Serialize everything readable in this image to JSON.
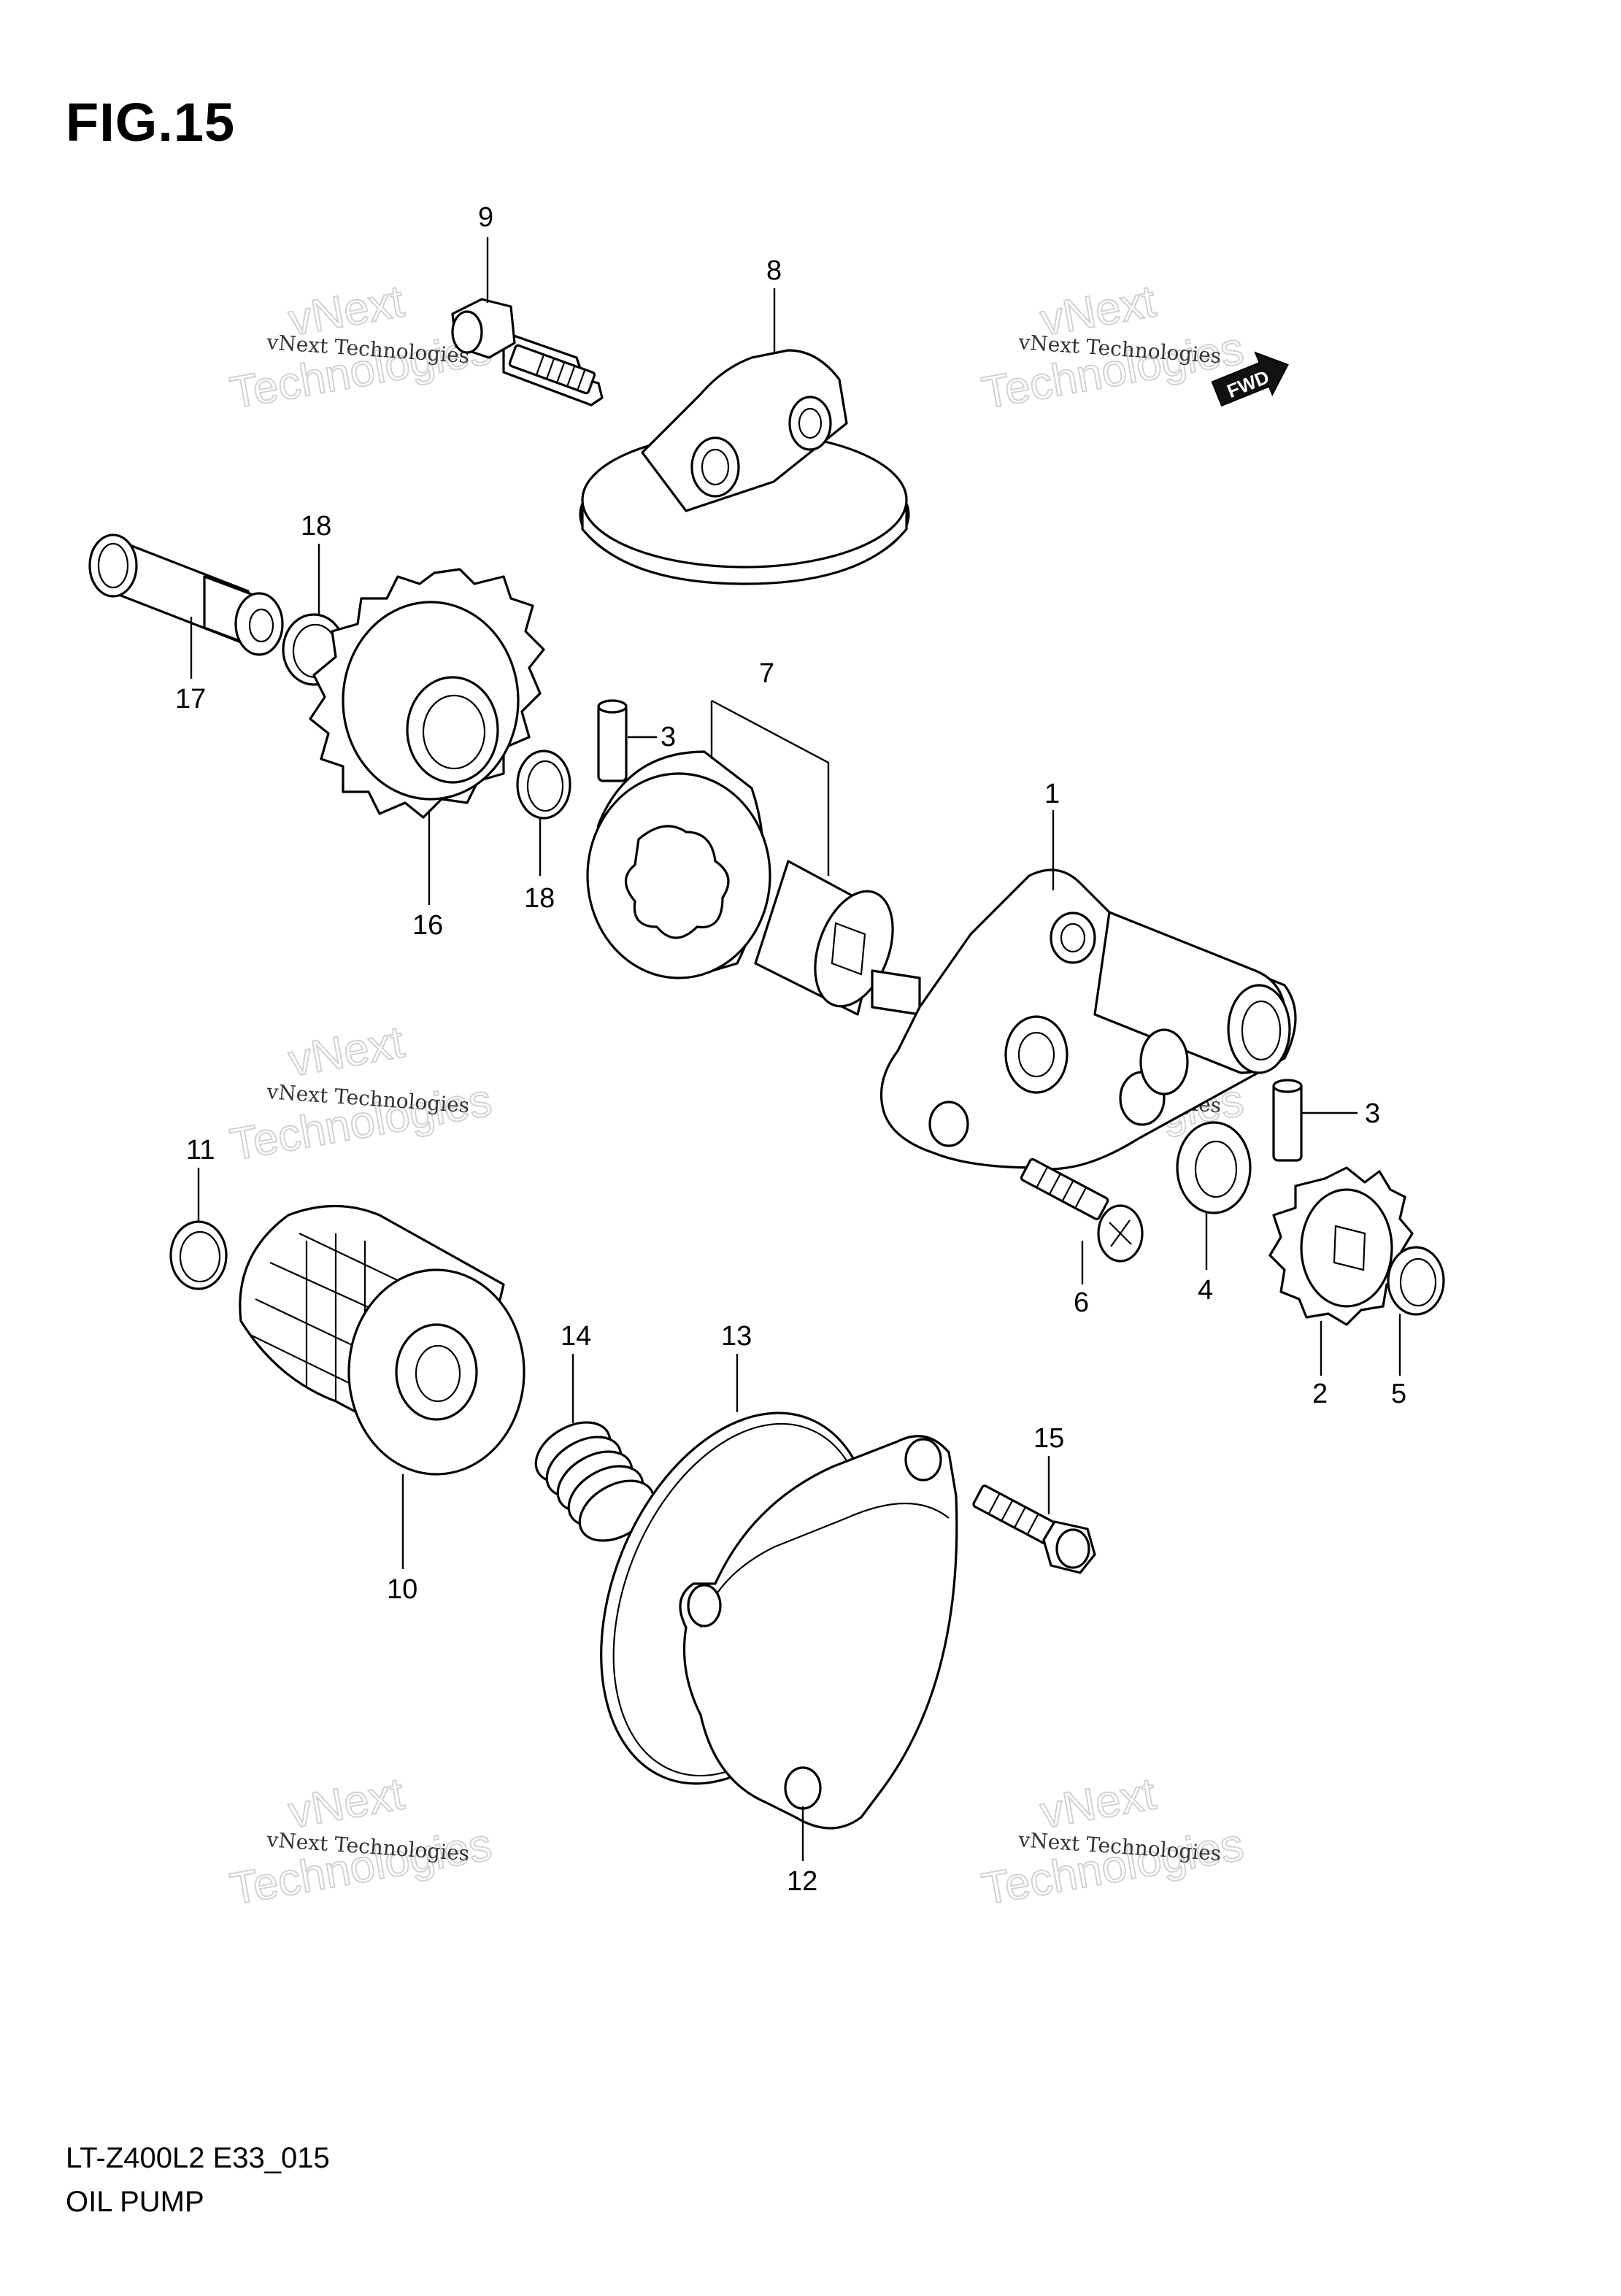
{
  "figure": {
    "title": "FIG.15"
  },
  "footer": {
    "code": "LT-Z400L2 E33_015",
    "name": "OIL PUMP"
  },
  "fwd_badge": "FWD",
  "watermark": {
    "line1": "vNext",
    "line2": "Technologies",
    "small": "vNext Technologies"
  },
  "callouts": {
    "c1": "1",
    "c2": "2",
    "c3a": "3",
    "c3b": "3",
    "c4": "4",
    "c5": "5",
    "c6": "6",
    "c7": "7",
    "c8": "8",
    "c9": "9",
    "c10": "10",
    "c11": "11",
    "c12": "12",
    "c13": "13",
    "c14": "14",
    "c15": "15",
    "c16": "16",
    "c17": "17",
    "c18a": "18",
    "c18b": "18"
  }
}
